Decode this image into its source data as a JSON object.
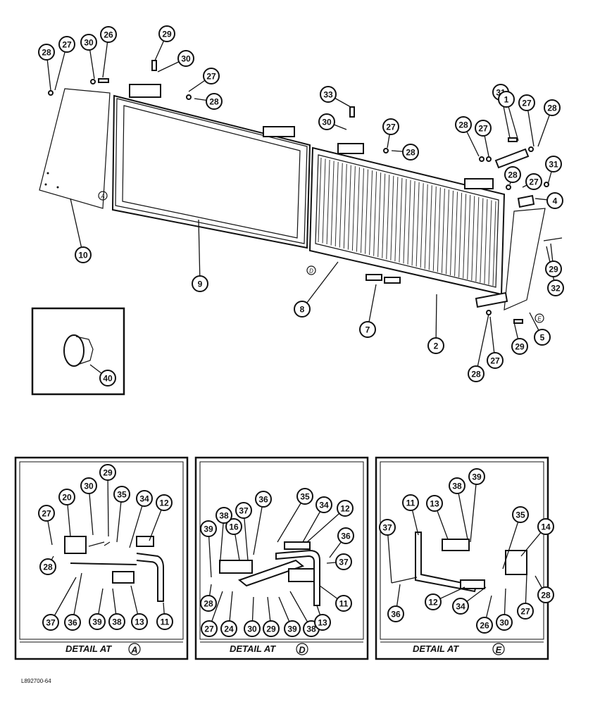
{
  "figure_code": "L892700-64",
  "detail_captions": {
    "a": "DETAIL AT",
    "d": "DETAIL AT",
    "e": "DETAIL AT"
  },
  "detail_letters": {
    "a": "A",
    "d": "D",
    "e": "E"
  },
  "ref_markers": {
    "a": "A",
    "d": "D",
    "e": "E"
  },
  "callouts": [
    {
      "label": "28"
    },
    {
      "label": "27"
    },
    {
      "label": "30"
    },
    {
      "label": "26"
    },
    {
      "label": "29"
    },
    {
      "label": "30"
    },
    {
      "label": "27"
    },
    {
      "label": "28"
    },
    {
      "label": "10"
    },
    {
      "label": "9"
    },
    {
      "label": "33"
    },
    {
      "label": "30"
    },
    {
      "label": "27"
    },
    {
      "label": "28"
    },
    {
      "label": "31"
    },
    {
      "label": "1"
    },
    {
      "label": "27"
    },
    {
      "label": "28"
    },
    {
      "label": "28"
    },
    {
      "label": "27"
    },
    {
      "label": "28"
    },
    {
      "label": "27"
    },
    {
      "label": "31"
    },
    {
      "label": "4"
    },
    {
      "label": "29"
    },
    {
      "label": "32"
    },
    {
      "label": "8"
    },
    {
      "label": "7"
    },
    {
      "label": "2"
    },
    {
      "label": "5"
    },
    {
      "label": "29"
    },
    {
      "label": "27"
    },
    {
      "label": "28"
    },
    {
      "label": "40"
    },
    {
      "label": "29"
    },
    {
      "label": "20"
    },
    {
      "label": "30"
    },
    {
      "label": "35"
    },
    {
      "label": "34"
    },
    {
      "label": "12"
    },
    {
      "label": "27"
    },
    {
      "label": "28"
    },
    {
      "label": "37"
    },
    {
      "label": "36"
    },
    {
      "label": "39"
    },
    {
      "label": "38"
    },
    {
      "label": "13"
    },
    {
      "label": "11"
    },
    {
      "label": "35"
    },
    {
      "label": "34"
    },
    {
      "label": "36"
    },
    {
      "label": "12"
    },
    {
      "label": "37"
    },
    {
      "label": "16"
    },
    {
      "label": "38"
    },
    {
      "label": "39"
    },
    {
      "label": "36"
    },
    {
      "label": "37"
    },
    {
      "label": "28"
    },
    {
      "label": "27"
    },
    {
      "label": "24"
    },
    {
      "label": "30"
    },
    {
      "label": "29"
    },
    {
      "label": "39"
    },
    {
      "label": "38"
    },
    {
      "label": "13"
    },
    {
      "label": "11"
    },
    {
      "label": "39"
    },
    {
      "label": "11"
    },
    {
      "label": "13"
    },
    {
      "label": "38"
    },
    {
      "label": "37"
    },
    {
      "label": "35"
    },
    {
      "label": "14"
    },
    {
      "label": "36"
    },
    {
      "label": "12"
    },
    {
      "label": "34"
    },
    {
      "label": "26"
    },
    {
      "label": "30"
    },
    {
      "label": "27"
    },
    {
      "label": "28"
    }
  ]
}
